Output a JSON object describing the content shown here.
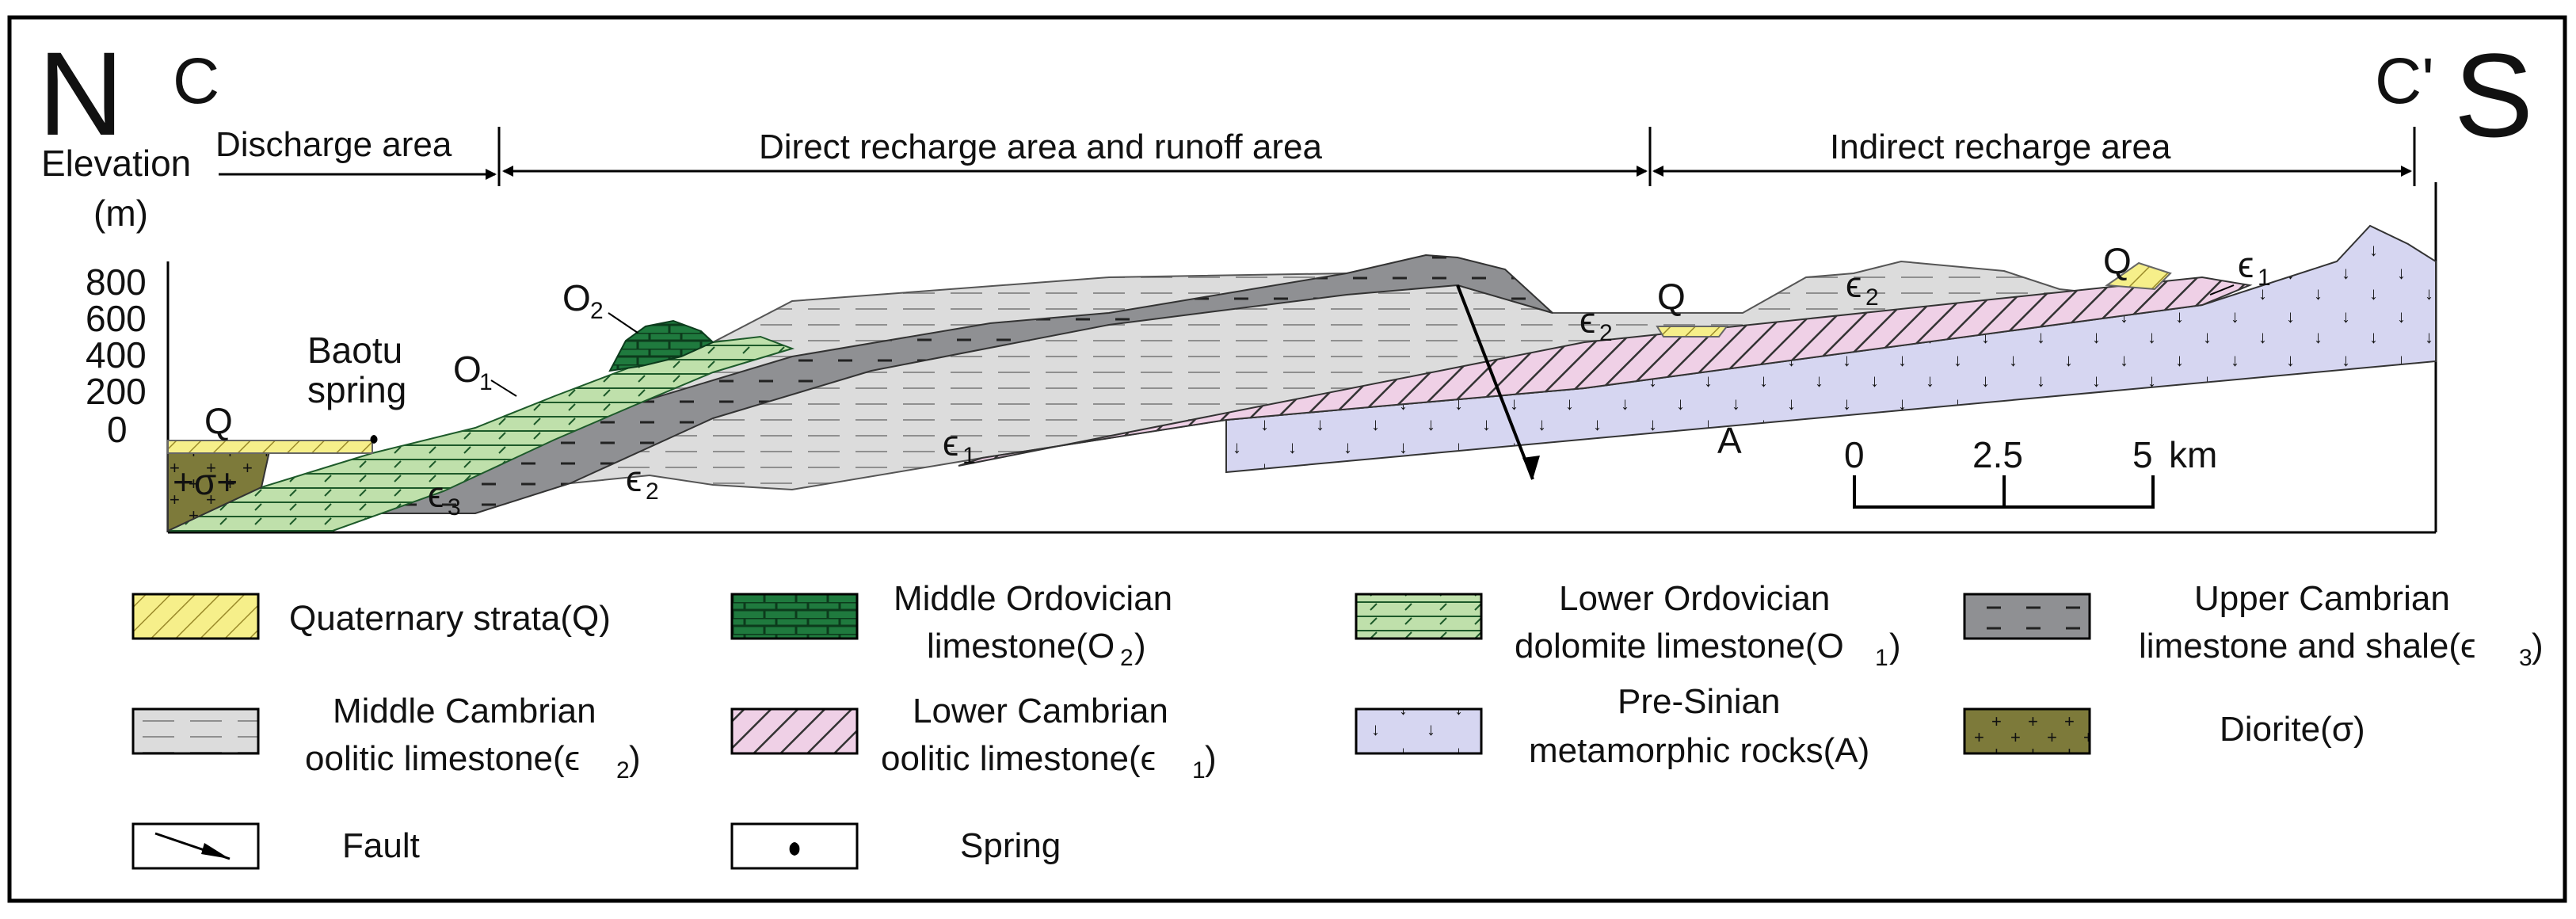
{
  "header": {
    "north": "N",
    "south": "S",
    "section_start": "C",
    "section_end": "C'"
  },
  "axis": {
    "title_line1": "Elevation",
    "title_line2": "(m)",
    "ticks": [
      "800",
      "600",
      "400",
      "200",
      "0"
    ]
  },
  "zones": {
    "discharge": "Discharge area",
    "direct": "Direct recharge area and runoff area",
    "indirect": "Indirect  recharge  area"
  },
  "annotations": {
    "spring_line1": "Baotu",
    "spring_line2": "spring",
    "q_left": "Q",
    "q_mid": "Q",
    "q_right": "Q",
    "o2": "O",
    "o2_sub": "2",
    "o1": "O",
    "o1_sub": "1",
    "sigma": "+σ+",
    "e3": "ϵ",
    "e3_sub": "3",
    "e2_left": "ϵ",
    "e2_left_sub": "2",
    "e1_left": "ϵ",
    "e1_left_sub": "1",
    "e2_mid": "ϵ",
    "e2_mid_sub": "2",
    "e2_top": "ϵ",
    "e2_top_sub": "2",
    "e1_right": "ϵ",
    "e1_right_sub": "1",
    "a_label": "A"
  },
  "scale_bar": {
    "ticks": [
      "0",
      "2.5",
      "5"
    ],
    "unit": "km"
  },
  "legend": [
    {
      "id": "quaternary",
      "line1": "Quaternary strata(Q)",
      "line2": ""
    },
    {
      "id": "o2",
      "line1": "Middle Ordovician",
      "line2": "limestone(O",
      "sub": "2",
      "tail": ")"
    },
    {
      "id": "o1",
      "line1": "Lower Ordovician",
      "line2": "dolomite limestone(O",
      "sub": "1",
      "tail": ")"
    },
    {
      "id": "e3",
      "line1": "Upper Cambrian",
      "line2": "limestone and shale(ϵ",
      "sub": "3",
      "tail": ")"
    },
    {
      "id": "e2",
      "line1": "Middle Cambrian",
      "line2": "oolitic limestone(ϵ",
      "sub": "2",
      "tail": ")"
    },
    {
      "id": "e1",
      "line1": "Lower Cambrian",
      "line2": "oolitic limestone(ϵ",
      "sub": "1",
      "tail": ")"
    },
    {
      "id": "a",
      "line1": "Pre-Sinian",
      "line2": "metamorphic rocks(A)"
    },
    {
      "id": "sigma",
      "line1": "Diorite(σ)",
      "line2": ""
    },
    {
      "id": "fault",
      "line1": "Fault",
      "line2": ""
    },
    {
      "id": "spring",
      "line1": "Spring",
      "line2": ""
    }
  ],
  "colors": {
    "quaternary": "#f6ef8a",
    "o2": "#1f7a3e",
    "o1": "#bfe0ab",
    "e3": "#8f9093",
    "e2": "#dcdcdc",
    "e1": "#efd0e6",
    "a": "#d6d6f1",
    "sigma": "#7d7a3a"
  }
}
